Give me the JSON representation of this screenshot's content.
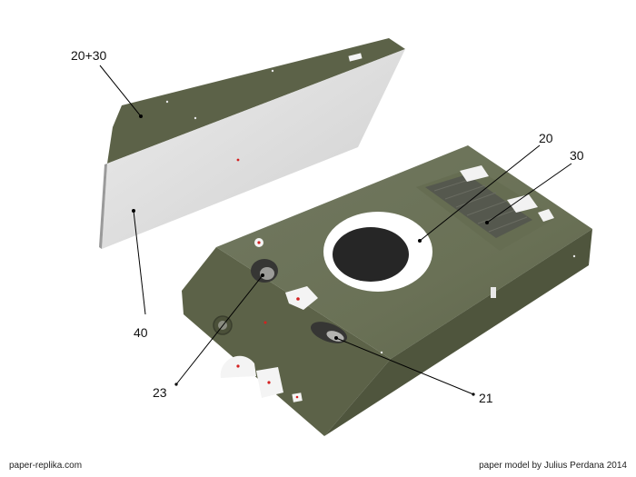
{
  "callouts": [
    {
      "text": "20+30"
    },
    {
      "text": "40"
    },
    {
      "text": "20"
    },
    {
      "text": "30"
    },
    {
      "text": "23"
    },
    {
      "text": "21"
    }
  ],
  "footer": {
    "left": "paper-replika.com",
    "right": "paper model by Julius Perdana 2014"
  },
  "colors": {
    "olive_top": "#6b7257",
    "olive_front": "#5c6248",
    "olive_side": "#4f553d",
    "panel_face": "#dcdcdc",
    "opening": "#363634",
    "marker_red": "#d42020",
    "leader": "#000000"
  }
}
